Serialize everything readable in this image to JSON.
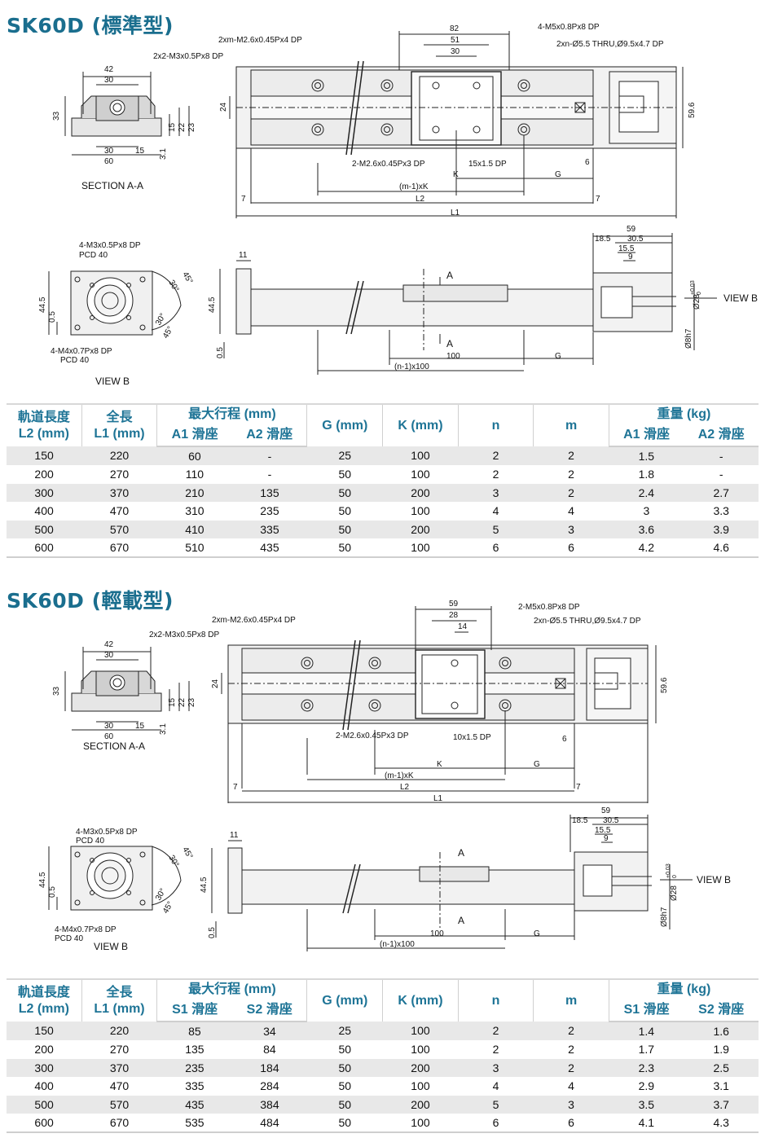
{
  "sections": [
    {
      "title": "SK60D (標準型)",
      "section_label": "SECTION A-A",
      "view_b_label": "VIEW B",
      "view_b_arrow_label": "VIEW B",
      "callouts": {
        "m26_tap": "2xm-M2.6x0.45Px4 DP",
        "m3_tap": "2x2-M3x0.5Px8 DP",
        "m5_tap": "4-M5x0.8Px8 DP",
        "cbore": "2xn-Ø5.5 THRU,Ø9.5x4.7 DP",
        "m26_slider": "2-M2.6x0.45Px3 DP",
        "slot": "15x1.5 DP",
        "pcd_m3": "4-M3x0.5Px8 DP",
        "pcd_m3_b": "PCD 40",
        "pcd_m4": "4-M4x0.7Px8 DP",
        "pcd_m4_b": "PCD 40"
      },
      "dims": {
        "d82": "82",
        "d51": "51",
        "d30": "30",
        "d42": "42",
        "d30b": "30",
        "d33": "33",
        "d15": "15",
        "d22": "22",
        "d23": "23",
        "d3_1": "3.1",
        "d30c": "30",
        "d15b": "15",
        "d60": "60",
        "d24": "24",
        "d59_6": "59.6",
        "K": "K",
        "G": "G",
        "d6": "6",
        "mK": "(m-1)xK",
        "L2": "L2",
        "L1": "L1",
        "d7a": "7",
        "d7b": "7",
        "d59": "59",
        "d18_5": "18.5",
        "d30_5": "30.5",
        "d15_5": "15.5",
        "d9": "9",
        "d11": "11",
        "d44_5": "44.5",
        "d0_5": "0.5",
        "d44_5b": "44.5",
        "d0_5b": "0.5",
        "d100": "100",
        "G2": "G",
        "nx100": "(n-1)x100",
        "A1": "A",
        "A2": "A",
        "d28": "Ø28",
        "d28tol": "+0.03",
        "d28tol2": "0",
        "d8h7": "Ø8h7",
        "a45": "45°",
        "a30": "30°",
        "a30b": "30°",
        "a45b": "45°"
      },
      "table": {
        "h_l2": "軌道長度",
        "h_l2b": "L2 (mm)",
        "h_l1": "全長",
        "h_l1b": "L1 (mm)",
        "h_stroke": "最大行程 (mm)",
        "h_s1": "A1 滑座",
        "h_s2": "A2 滑座",
        "h_g": "G (mm)",
        "h_k": "K (mm)",
        "h_n": "n",
        "h_m": "m",
        "h_w": "重量 (kg)",
        "h_w1": "A1 滑座",
        "h_w2": "A2 滑座",
        "rows": [
          [
            "150",
            "220",
            "60",
            "-",
            "25",
            "100",
            "2",
            "2",
            "1.5",
            "-"
          ],
          [
            "200",
            "270",
            "110",
            "-",
            "50",
            "100",
            "2",
            "2",
            "1.8",
            "-"
          ],
          [
            "300",
            "370",
            "210",
            "135",
            "50",
            "200",
            "3",
            "2",
            "2.4",
            "2.7"
          ],
          [
            "400",
            "470",
            "310",
            "235",
            "50",
            "100",
            "4",
            "4",
            "3",
            "3.3"
          ],
          [
            "500",
            "570",
            "410",
            "335",
            "50",
            "200",
            "5",
            "3",
            "3.6",
            "3.9"
          ],
          [
            "600",
            "670",
            "510",
            "435",
            "50",
            "100",
            "6",
            "6",
            "4.2",
            "4.6"
          ]
        ]
      }
    },
    {
      "title": "SK60D (輕載型)",
      "section_label": "SECTION A-A",
      "view_b_label": "VIEW B",
      "view_b_arrow_label": "VIEW B",
      "callouts": {
        "m26_tap": "2xm-M2.6x0.45Px4 DP",
        "m3_tap": "2x2-M3x0.5Px8 DP",
        "m5_tap": "2-M5x0.8Px8 DP",
        "cbore": "2xn-Ø5.5 THRU,Ø9.5x4.7 DP",
        "m26_slider": "2-M2.6x0.45Px3 DP",
        "slot": "10x1.5 DP",
        "pcd_m3": "4-M3x0.5Px8 DP",
        "pcd_m3_b": "PCD 40",
        "pcd_m4": "4-M4x0.7Px8 DP",
        "pcd_m4_b": "PCD 40"
      },
      "dims": {
        "d82": "59",
        "d51": "28",
        "d30": "14",
        "d42": "42",
        "d30b": "30",
        "d33": "33",
        "d15": "15",
        "d22": "22",
        "d23": "23",
        "d3_1": "3.1",
        "d30c": "30",
        "d15b": "15",
        "d60": "60",
        "d24": "24",
        "d59_6": "59.6",
        "K": "K",
        "G": "G",
        "d6": "6",
        "mK": "(m-1)xK",
        "L2": "L2",
        "L1": "L1",
        "d7a": "7",
        "d7b": "7",
        "d59": "59",
        "d18_5": "18.5",
        "d30_5": "30.5",
        "d15_5": "15.5",
        "d9": "9",
        "d11": "11",
        "d44_5": "44.5",
        "d0_5": "0.5",
        "d44_5b": "44.5",
        "d0_5b": "0.5",
        "d100": "100",
        "G2": "G",
        "nx100": "(n-1)x100",
        "A1": "A",
        "A2": "A",
        "d28": "Ø28",
        "d28tol": "+0.03",
        "d28tol2": "0",
        "d8h7": "Ø8h7",
        "a45": "45°",
        "a30": "30°",
        "a30b": "30°",
        "a45b": "45°"
      },
      "table": {
        "h_l2": "軌道長度",
        "h_l2b": "L2 (mm)",
        "h_l1": "全長",
        "h_l1b": "L1 (mm)",
        "h_stroke": "最大行程 (mm)",
        "h_s1": "S1 滑座",
        "h_s2": "S2 滑座",
        "h_g": "G (mm)",
        "h_k": "K (mm)",
        "h_n": "n",
        "h_m": "m",
        "h_w": "重量 (kg)",
        "h_w1": "S1 滑座",
        "h_w2": "S2 滑座",
        "rows": [
          [
            "150",
            "220",
            "85",
            "34",
            "25",
            "100",
            "2",
            "2",
            "1.4",
            "1.6"
          ],
          [
            "200",
            "270",
            "135",
            "84",
            "50",
            "100",
            "2",
            "2",
            "1.7",
            "1.9"
          ],
          [
            "300",
            "370",
            "235",
            "184",
            "50",
            "200",
            "3",
            "2",
            "2.3",
            "2.5"
          ],
          [
            "400",
            "470",
            "335",
            "284",
            "50",
            "100",
            "4",
            "4",
            "2.9",
            "3.1"
          ],
          [
            "500",
            "570",
            "435",
            "384",
            "50",
            "200",
            "5",
            "3",
            "3.5",
            "3.7"
          ],
          [
            "600",
            "670",
            "535",
            "484",
            "50",
            "100",
            "6",
            "6",
            "4.1",
            "4.3"
          ]
        ]
      }
    }
  ]
}
